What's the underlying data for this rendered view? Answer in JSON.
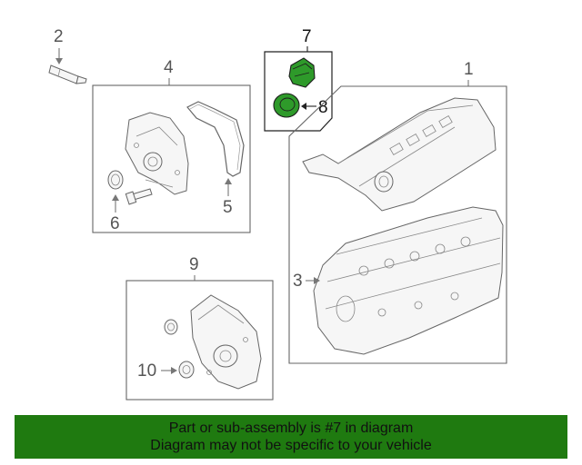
{
  "callouts": {
    "c1": "1",
    "c2": "2",
    "c3": "3",
    "c4": "4",
    "c5": "5",
    "c6": "6",
    "c7": "7",
    "c8": "8",
    "c9": "9",
    "c10": "10"
  },
  "banner": {
    "line1": "Part or sub-assembly is #7 in diagram",
    "line2": "Diagram may not be specific to your vehicle"
  },
  "colors": {
    "banner_bg": "#1f7a10",
    "highlight_part": "#2e9a2a"
  }
}
